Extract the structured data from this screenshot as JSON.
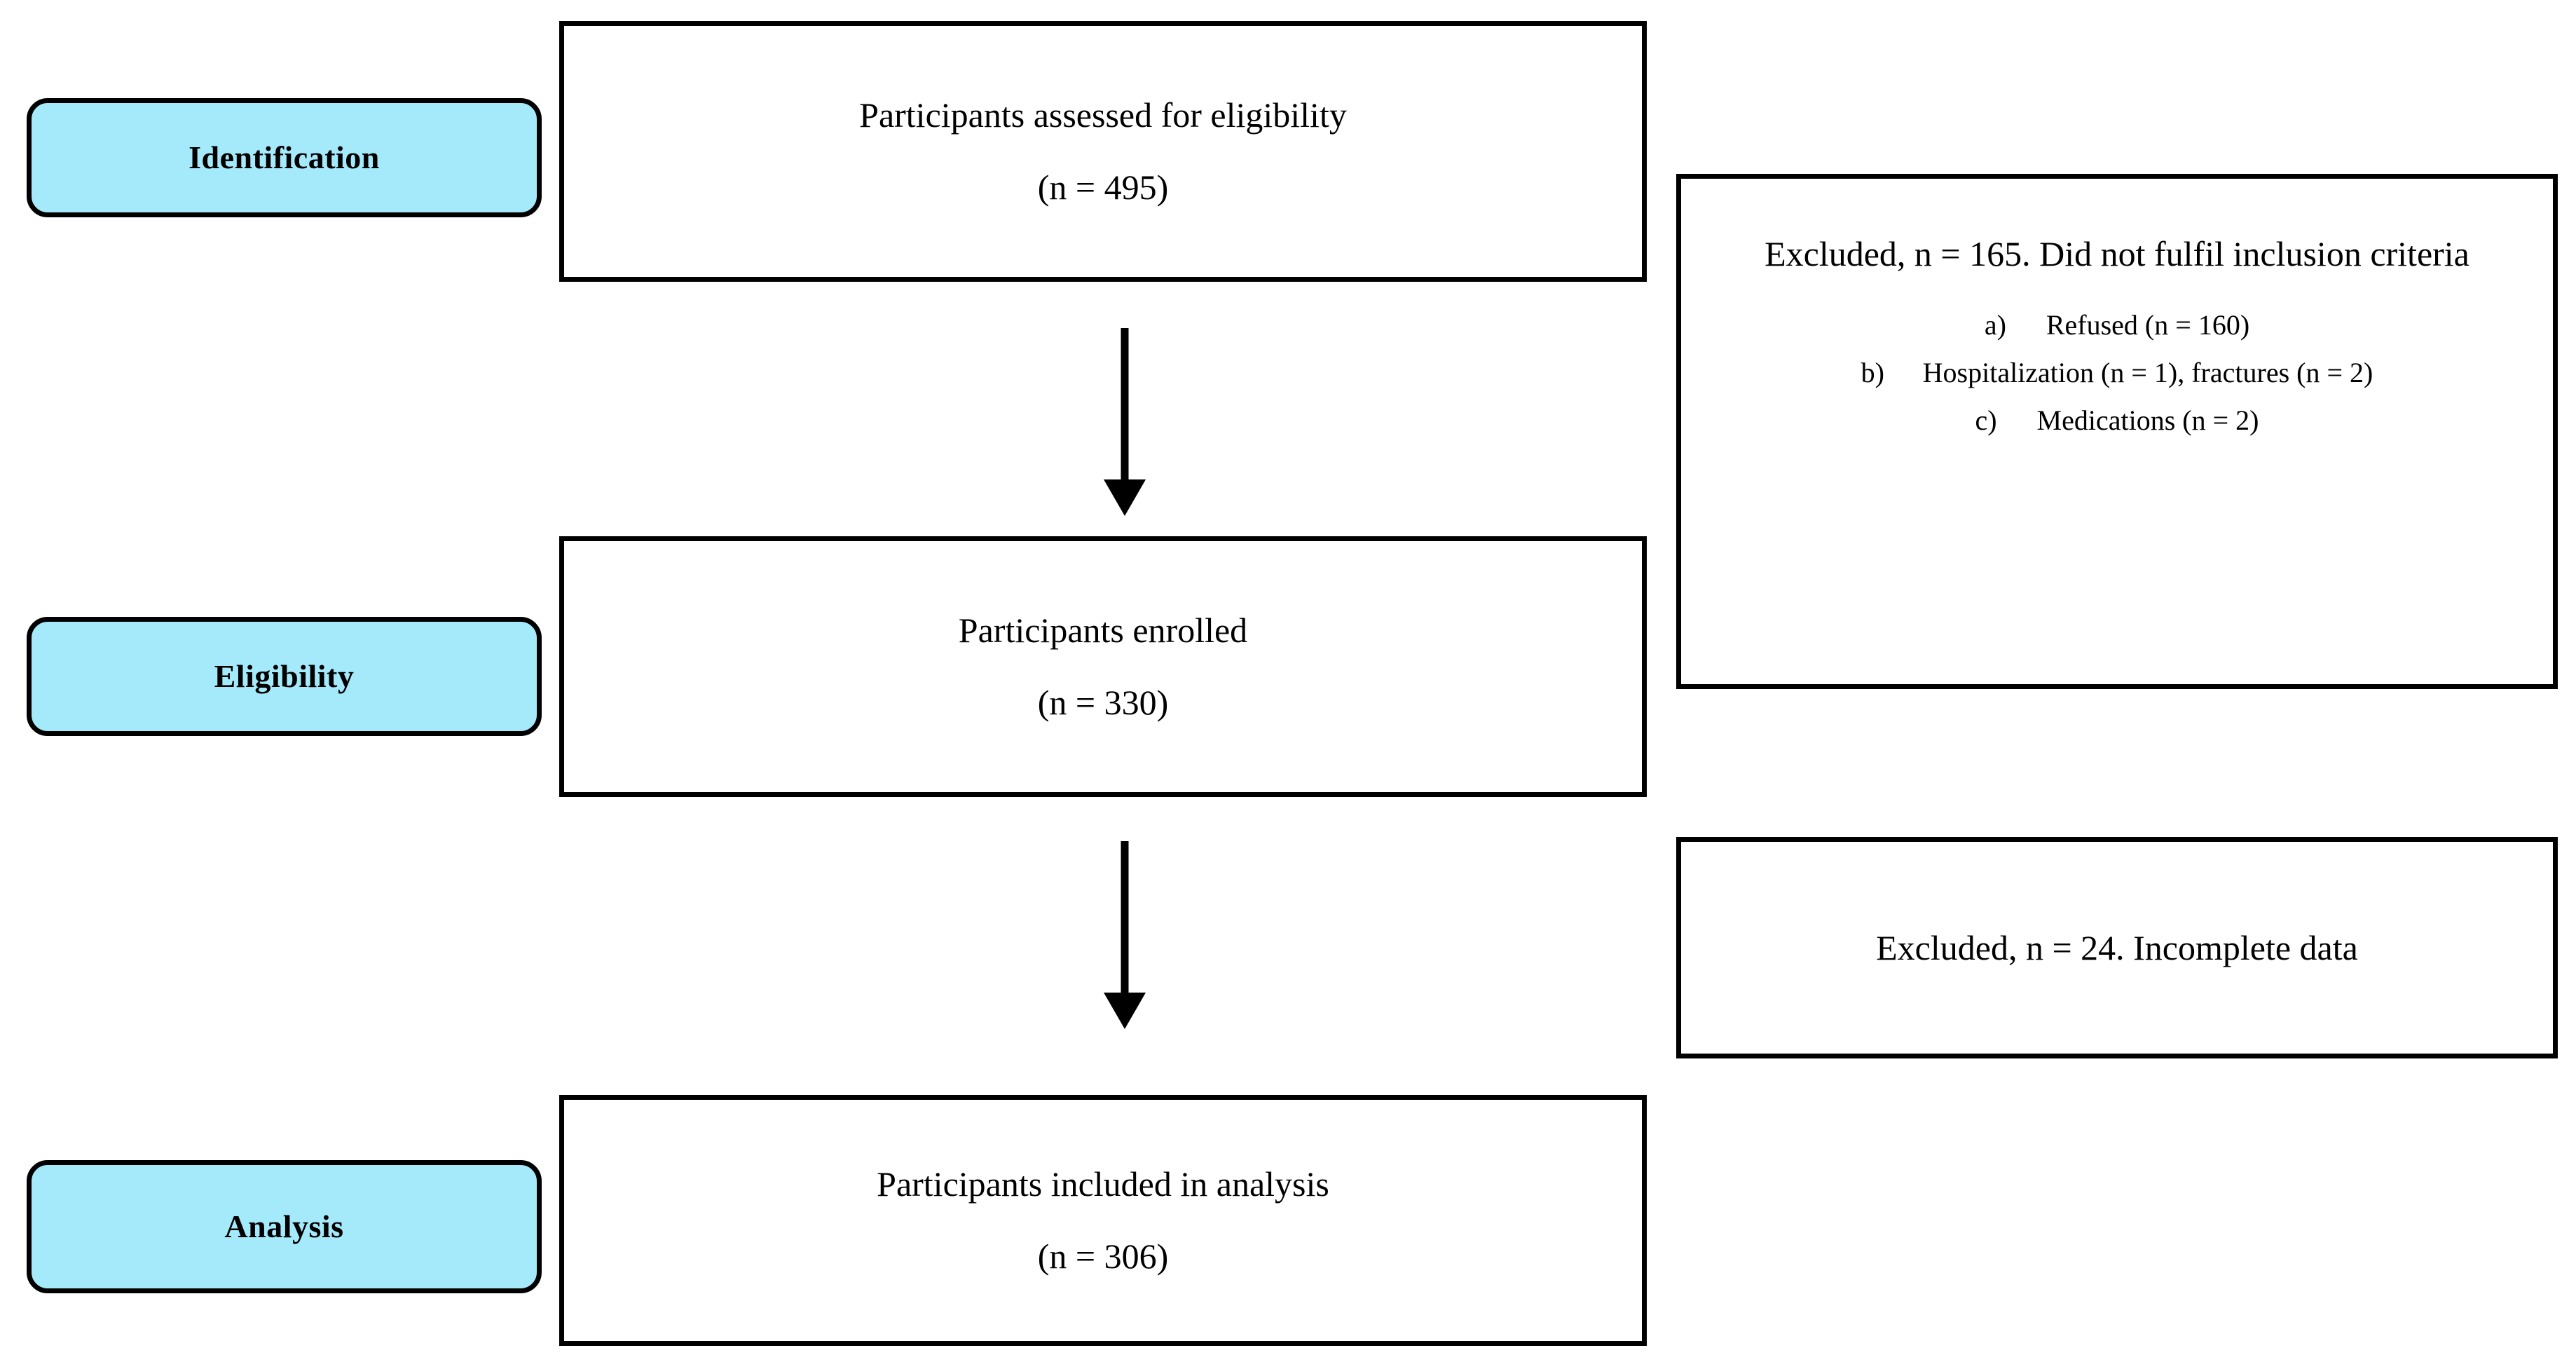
{
  "diagram": {
    "title": "Participant flow diagram",
    "accent_color": "#a5eafb",
    "line_color": "#000000",
    "background_color": "#ffffff"
  },
  "stages": [
    {
      "id": "identification",
      "label": "Identification"
    },
    {
      "id": "eligibility",
      "label": "Eligibility"
    },
    {
      "id": "analysis",
      "label": "Analysis"
    }
  ],
  "flow_boxes": [
    {
      "id": "assessed",
      "line1": "Participants assessed for eligibility",
      "line2": "(n = 495)"
    },
    {
      "id": "enrolled",
      "line1": "Participants enrolled",
      "line2": "(n = 330)"
    },
    {
      "id": "included",
      "line1": "Participants included in analysis",
      "line2": "(n = 306)"
    }
  ],
  "exclusions": [
    {
      "id": "exclusion-1",
      "heading": "Excluded, n = 165. Did not fulfil inclusion criteria",
      "items": [
        {
          "marker": "a)",
          "text": "Refused (n = 160)"
        },
        {
          "marker": "b)",
          "text": "Hospitalization (n = 1), fractures (n = 2)"
        },
        {
          "marker": "c)",
          "text": "Medications (n = 2)"
        }
      ]
    },
    {
      "id": "exclusion-2",
      "heading": "Excluded, n = 24. Incomplete data",
      "items": []
    }
  ],
  "connectors": [
    {
      "id": "arrow-assessed-to-enrolled",
      "direction": "down"
    },
    {
      "id": "arrow-enrolled-to-included",
      "direction": "down"
    }
  ]
}
